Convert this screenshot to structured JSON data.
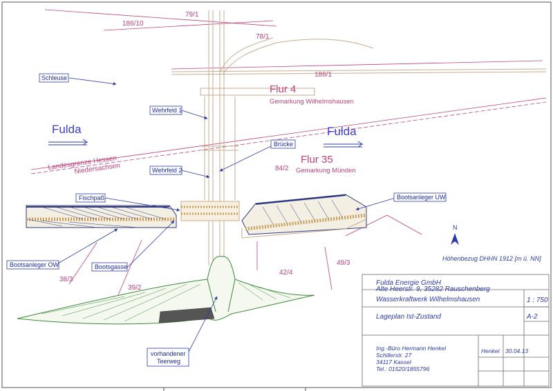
{
  "parcels": {
    "p79_1": "79/1",
    "p186_10": "186/10",
    "p78_1": "78/1",
    "p186_1": "186/1",
    "p84_2": "84/2",
    "p38_3": "38/3",
    "p39_2": "39/2",
    "p42_4": "42/4",
    "p49_3": "49/3"
  },
  "flur4": {
    "title": "Flur 4",
    "gemarkung": "Gemarkung Wilhelmshausen"
  },
  "flur35": {
    "title": "Flur 35",
    "gemarkung": "Gemarkung Münden"
  },
  "river": {
    "left": "Fulda",
    "right": "Fulda"
  },
  "border": {
    "line1": "Landesgrenze Hessen",
    "line2": "Niedersachsen"
  },
  "labels": {
    "schleuse": "Schleuse",
    "wehrfeld1": "Wehrfeld 1",
    "bruecke": "Brücke",
    "wehrfeld2": "Wehrfeld 2",
    "fischpass": "Fischpaß",
    "bootsanleger_uw": "Bootsanleger UW",
    "bootsanleger_ow": "Bootsanleger OW",
    "bootsgasse": "Bootsgasse",
    "teerweg_1": "vorhandener",
    "teerweg_2": "Teerweg"
  },
  "north": {
    "letter": "N"
  },
  "hoehenbezug": "Höhenbezug DHHN 1912 [m ü. NN]",
  "titleblock": {
    "client_name": "Fulda Energie GmbH",
    "client_address": "Alte Heerstr. 9, 35282 Rauschenberg",
    "project": "Wasserkraftwerk Wilhelmshausen",
    "scale": "1 : 750",
    "drawing": "Lageplan Ist-Zustand",
    "sheet": "A-2",
    "office_name": "Ing.-Büro Hermann Henkel",
    "office_street": "Schillerstr. 27",
    "office_city": "34117 Kassel",
    "office_phone": "Tel.: 01520/1855796",
    "drawn_by": "Henkel",
    "date": "30.04.13"
  }
}
